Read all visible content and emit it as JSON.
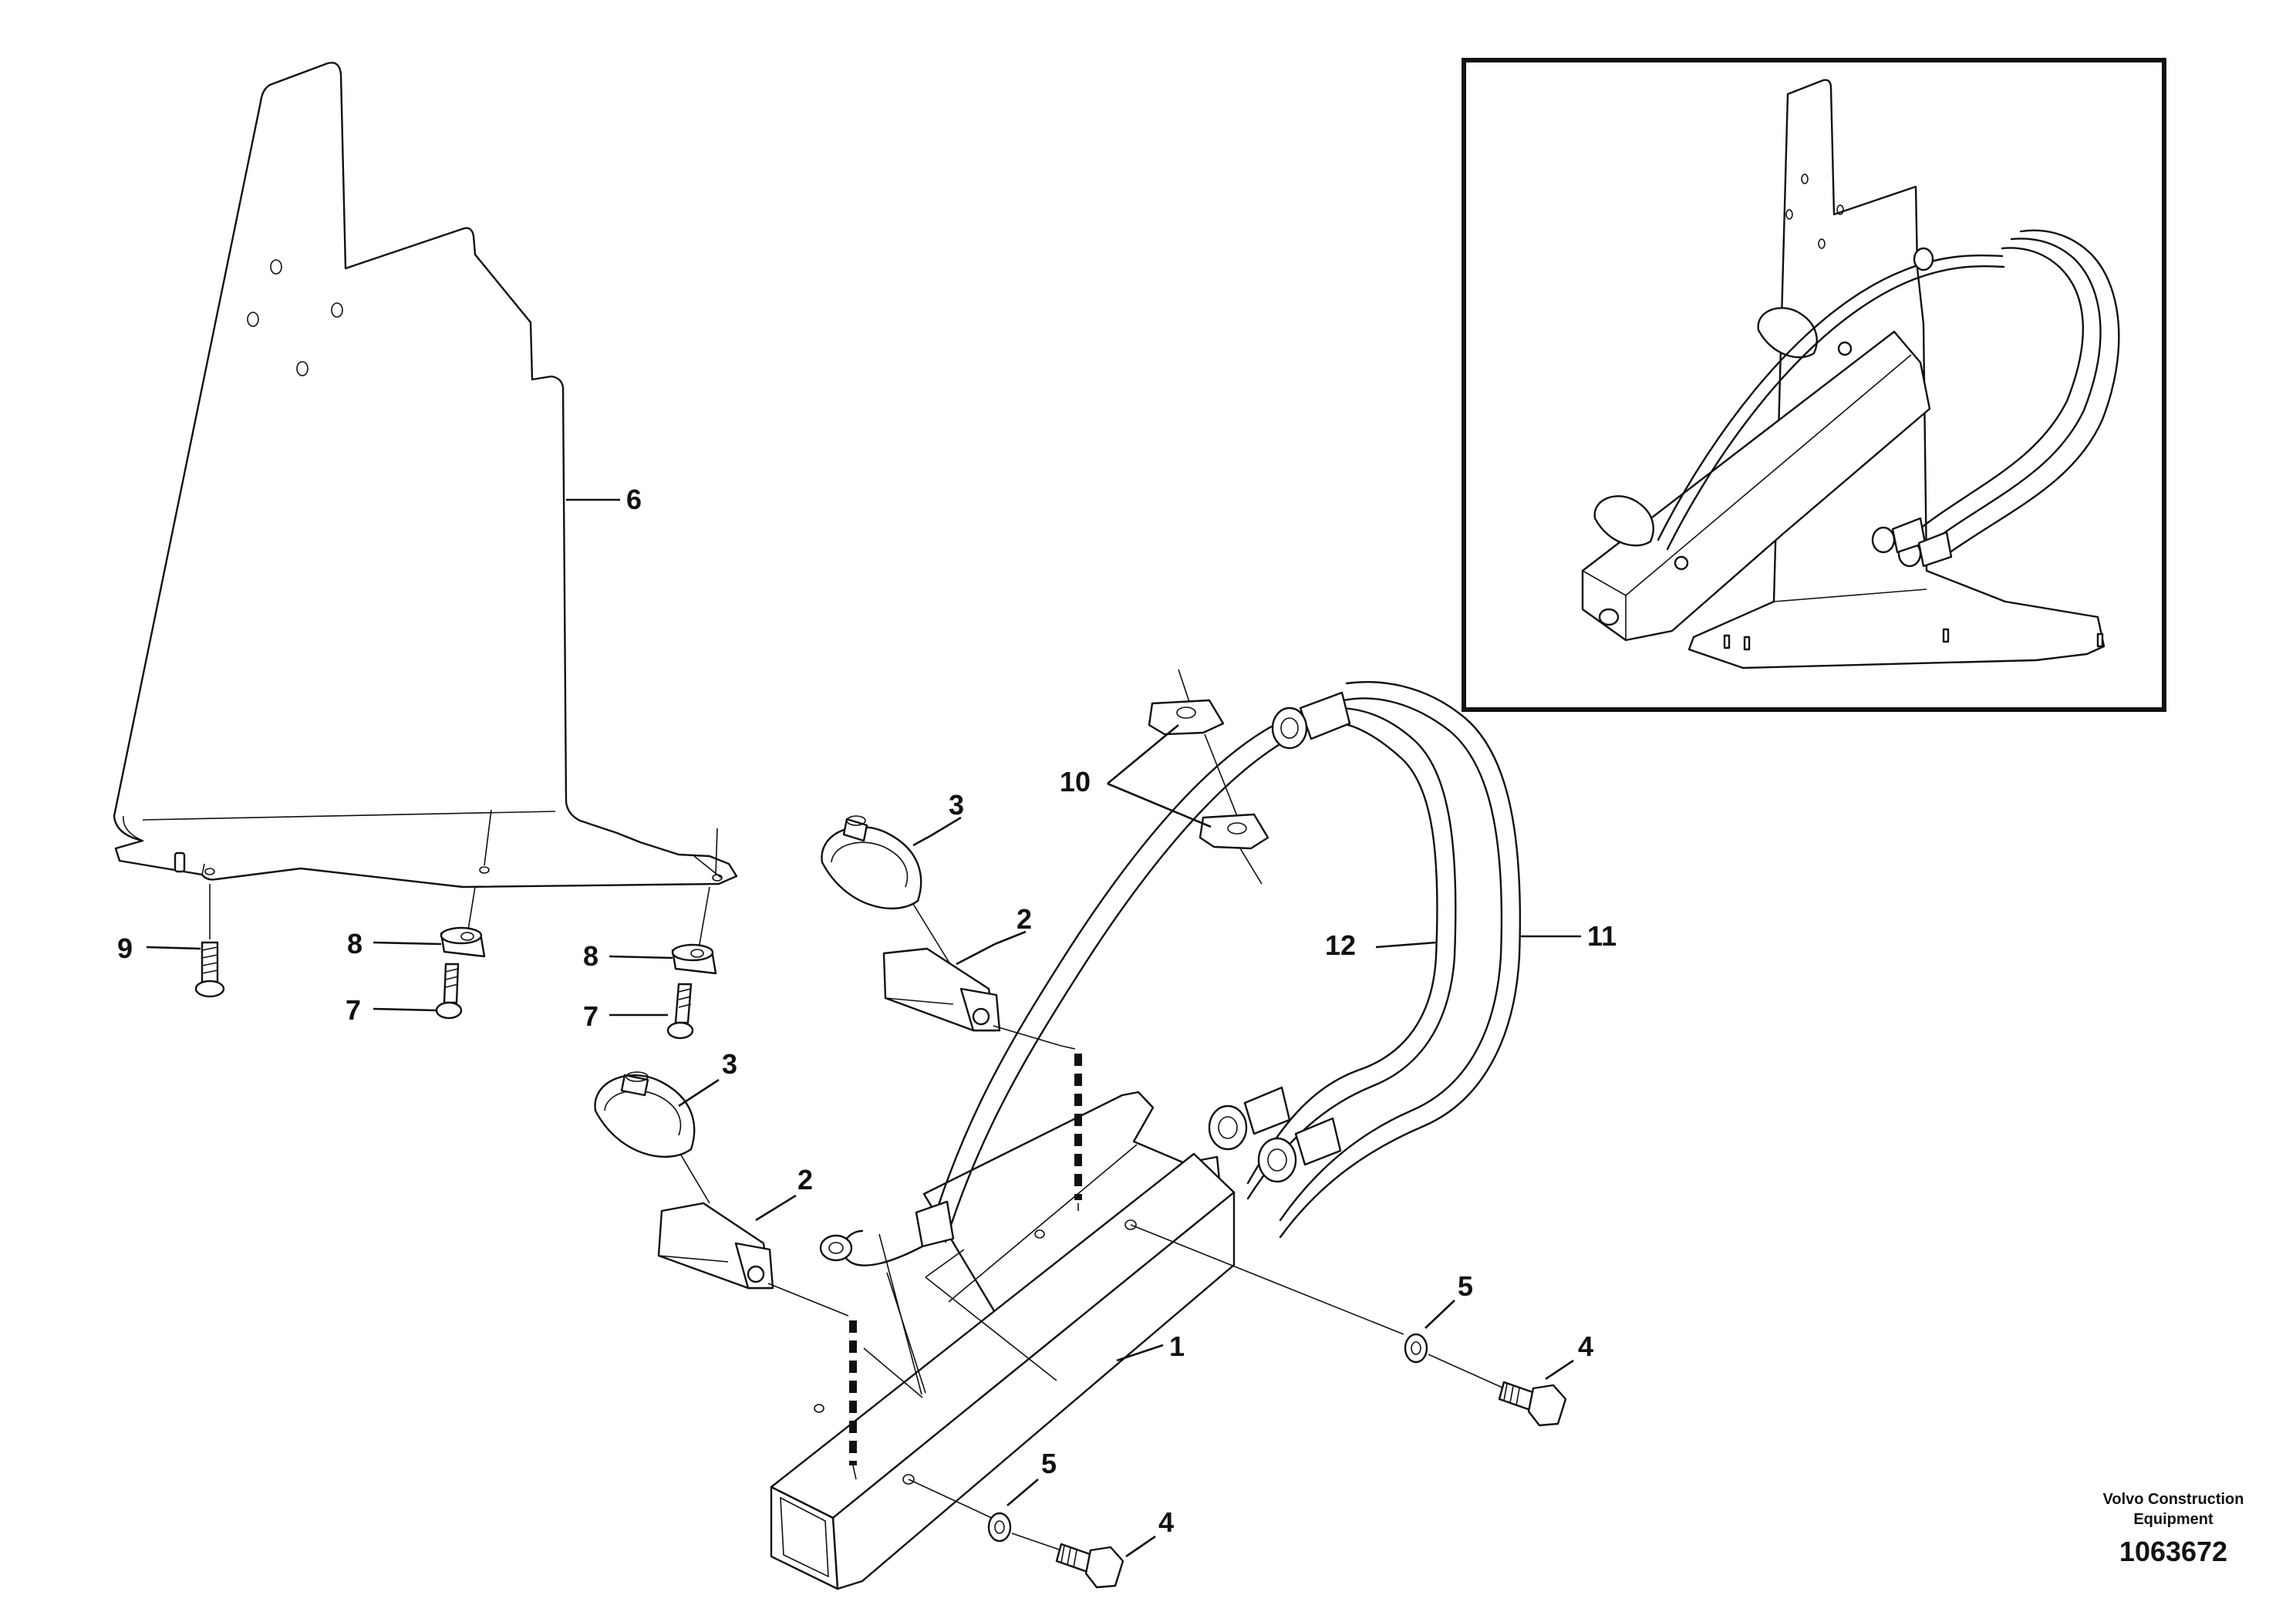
{
  "callouts": {
    "c1": "1",
    "c2a": "2",
    "c2b": "2",
    "c3a": "3",
    "c3b": "3",
    "c4a": "4",
    "c4b": "4",
    "c5a": "5",
    "c5b": "5",
    "c6": "6",
    "c7a": "7",
    "c7b": "7",
    "c8a": "8",
    "c8b": "8",
    "c9": "9",
    "c10": "10",
    "c11": "11",
    "c12": "12"
  },
  "footer": {
    "brand_line1": "Volvo Construction",
    "brand_line2": "Equipment",
    "doc_number": "1063672"
  }
}
